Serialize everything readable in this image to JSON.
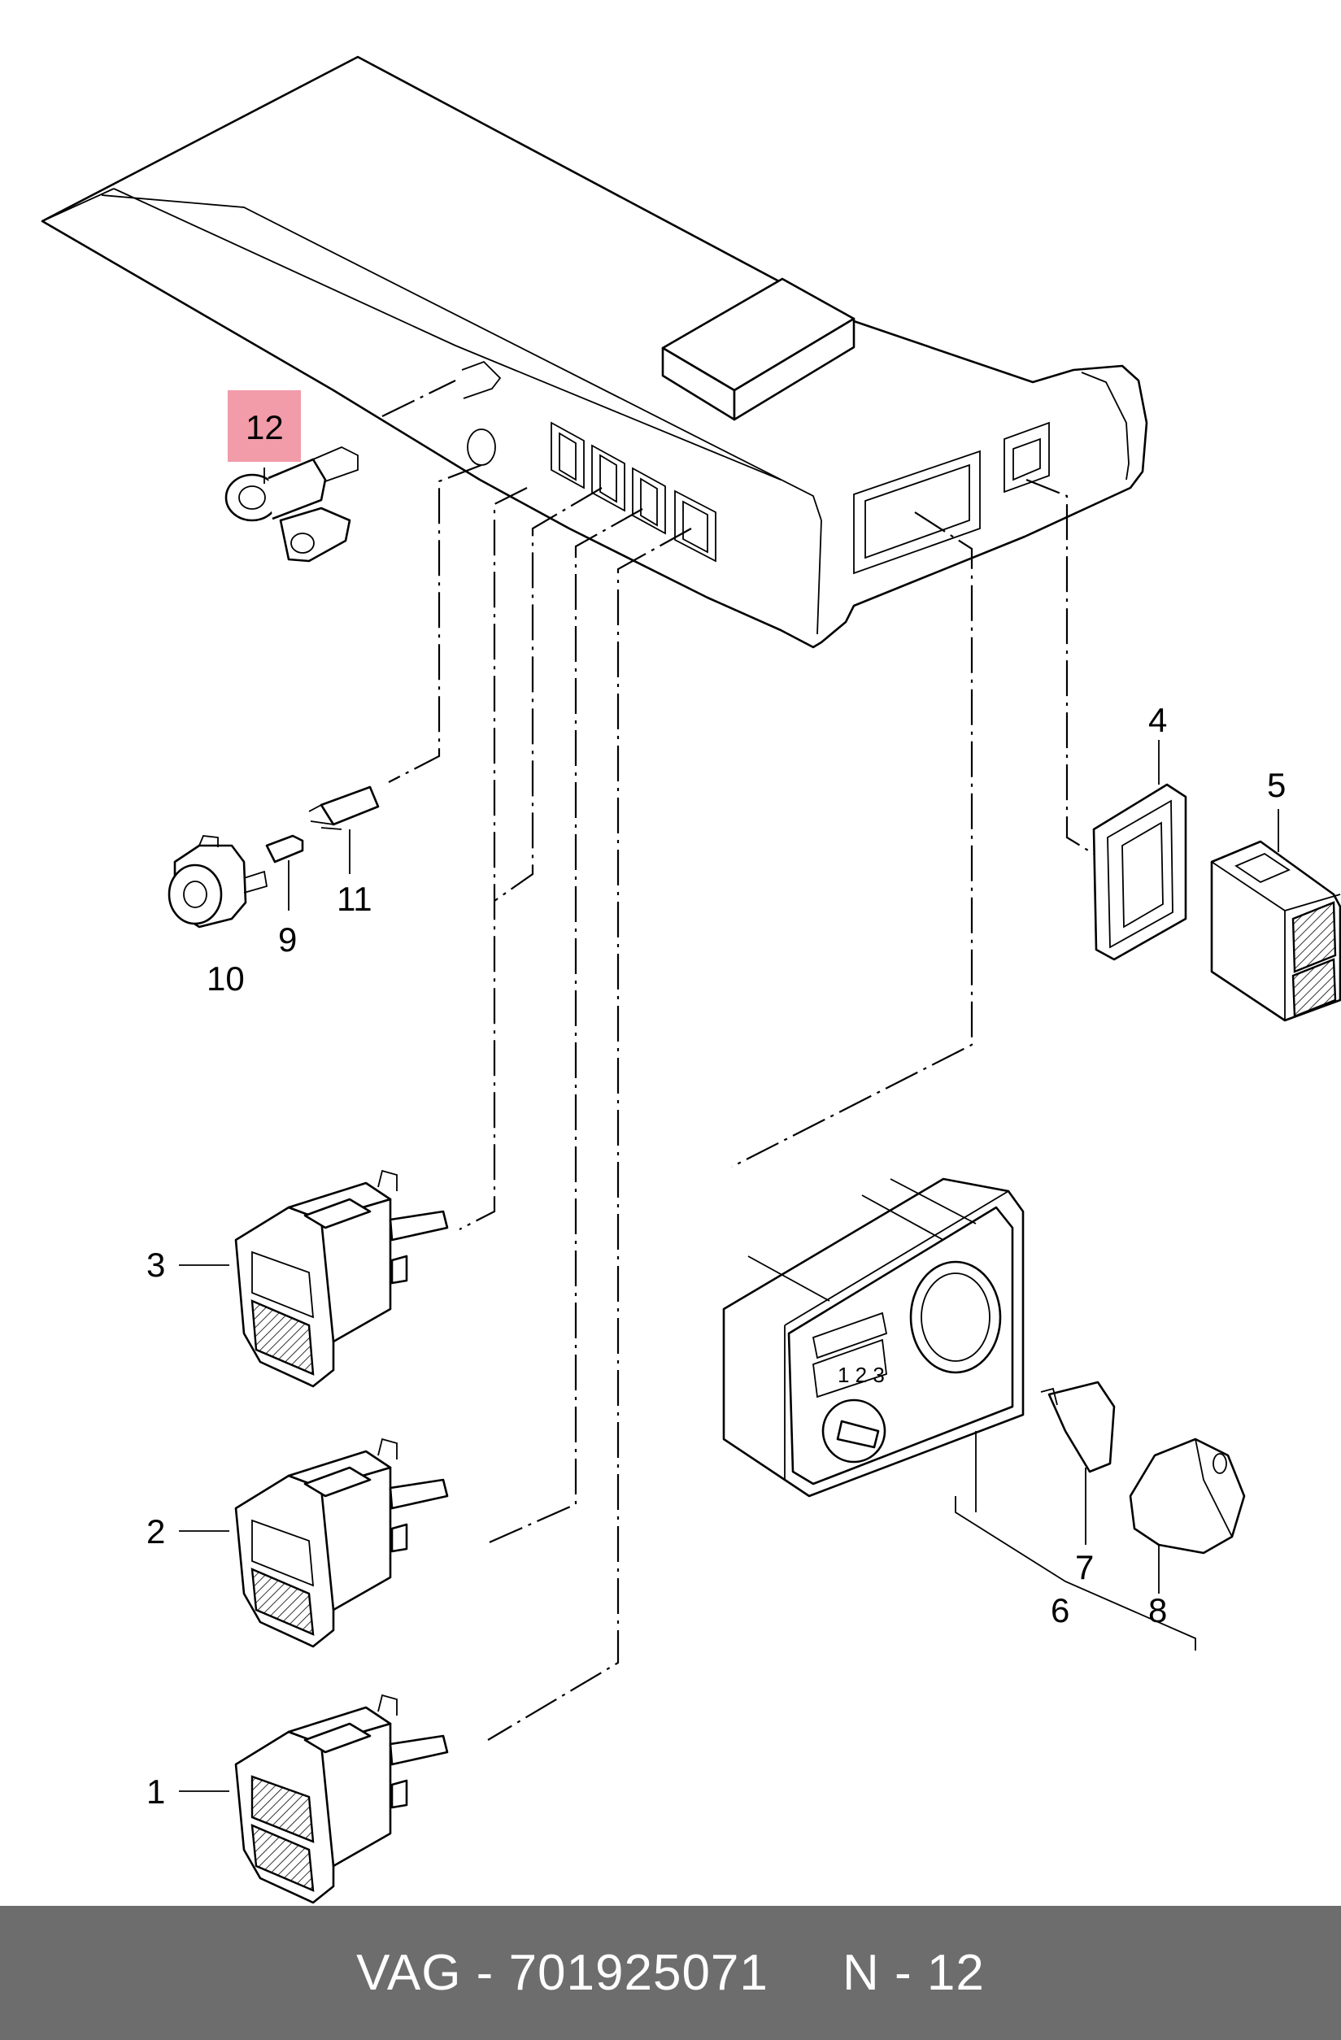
{
  "callouts": {
    "c1": "1",
    "c2": "2",
    "c3": "3",
    "c4": "4",
    "c5": "5",
    "c6": "6",
    "c7": "7",
    "c8": "8",
    "c9": "9",
    "c10": "10",
    "c11": "11",
    "c12": "12"
  },
  "highlight_color": "#f08a9a",
  "footer": {
    "brand": "VAG",
    "sep": " - ",
    "part_number": "701925071",
    "gap": "     ",
    "ref_label": "N - 12"
  }
}
